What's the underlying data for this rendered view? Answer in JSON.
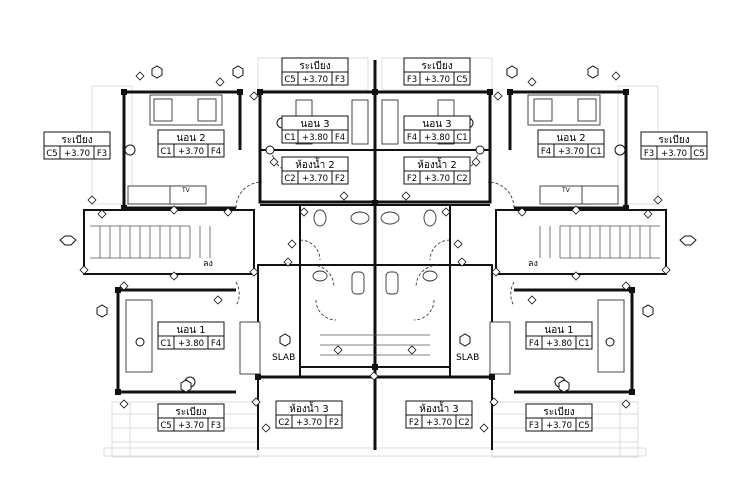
{
  "labels": {
    "stair_down": "ลง",
    "slab": "SLAB",
    "tv": "TV"
  },
  "tags": [
    {
      "id": "balcony-top-left",
      "title": "ระเบียง",
      "left": "C5",
      "level": "+3.70",
      "right": "F3"
    },
    {
      "id": "balcony-top-right",
      "title": "ระเบียง",
      "left": "F3",
      "level": "+3.70",
      "right": "C5"
    },
    {
      "id": "balcony-left",
      "title": "ระเบียง",
      "left": "C5",
      "level": "+3.70",
      "right": "F3"
    },
    {
      "id": "balcony-right",
      "title": "ระเบียง",
      "left": "F3",
      "level": "+3.70",
      "right": "C5"
    },
    {
      "id": "bedroom2-left",
      "title": "นอน 2",
      "left": "C1",
      "level": "+3.70",
      "right": "F4"
    },
    {
      "id": "bedroom2-right",
      "title": "นอน 2",
      "left": "F4",
      "level": "+3.70",
      "right": "C1"
    },
    {
      "id": "bedroom3-left",
      "title": "นอน 3",
      "left": "C1",
      "level": "+3.80",
      "right": "F4"
    },
    {
      "id": "bedroom3-right",
      "title": "นอน 3",
      "left": "F4",
      "level": "+3.80",
      "right": "C1"
    },
    {
      "id": "bath2-left",
      "title": "ห้องน้ำ 2",
      "left": "C2",
      "level": "+3.70",
      "right": "F2"
    },
    {
      "id": "bath2-right",
      "title": "ห้องน้ำ 2",
      "left": "F2",
      "level": "+3.70",
      "right": "C2"
    },
    {
      "id": "bedroom1-left",
      "title": "นอน 1",
      "left": "C1",
      "level": "+3.80",
      "right": "F4"
    },
    {
      "id": "bedroom1-right",
      "title": "นอน 1",
      "left": "F4",
      "level": "+3.80",
      "right": "C1"
    },
    {
      "id": "balcony-bottom-left",
      "title": "ระเบียง",
      "left": "C5",
      "level": "+3.70",
      "right": "F3"
    },
    {
      "id": "balcony-bottom-right",
      "title": "ระเบียง",
      "left": "F3",
      "level": "+3.70",
      "right": "C5"
    },
    {
      "id": "bath3-left",
      "title": "ห้องน้ำ 3",
      "left": "C2",
      "level": "+3.70",
      "right": "F2"
    },
    {
      "id": "bath3-right",
      "title": "ห้องน้ำ 3",
      "left": "F2",
      "level": "+3.70",
      "right": "C2"
    }
  ]
}
